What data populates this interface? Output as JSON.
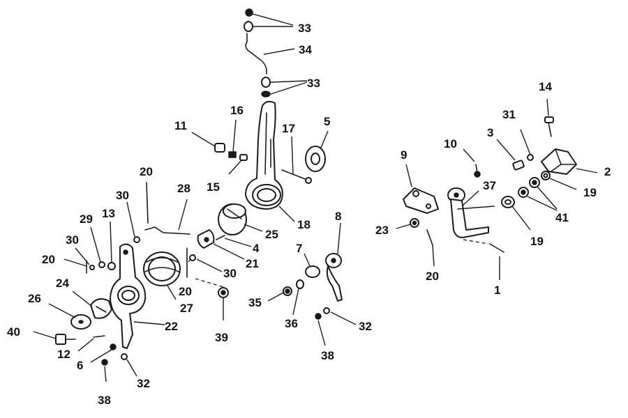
{
  "callouts": {
    "c1": "1",
    "c2": "2",
    "c3": "3",
    "c4": "4",
    "c5": "5",
    "c6": "6",
    "c7": "7",
    "c8": "8",
    "c9": "9",
    "c10": "10",
    "c11": "11",
    "c12": "12",
    "c13": "13",
    "c14": "14",
    "c15": "15",
    "c16": "16",
    "c17": "17",
    "c18": "18",
    "c19a": "19",
    "c19b": "19",
    "c20a": "20",
    "c20b": "20",
    "c20c": "20",
    "c20d": "20",
    "c21": "21",
    "c22": "22",
    "c23": "23",
    "c24": "24",
    "c25": "25",
    "c26": "26",
    "c27": "27",
    "c28": "28",
    "c29": "29",
    "c30a": "30",
    "c30b": "30",
    "c30c": "30",
    "c31": "31",
    "c32a": "32",
    "c32b": "32",
    "c33a": "33",
    "c33b": "33",
    "c34": "34",
    "c35": "35",
    "c36": "36",
    "c37": "37",
    "c38a": "38",
    "c38b": "38",
    "c39": "39",
    "c40": "40",
    "c41": "41"
  }
}
